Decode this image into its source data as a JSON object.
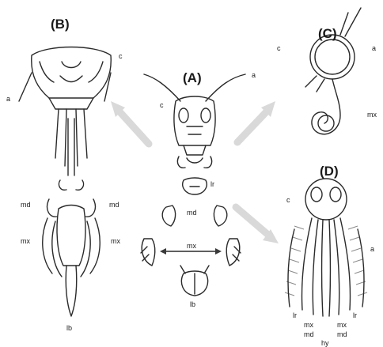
{
  "panels": {
    "a": "(A)",
    "b": "(B)",
    "c": "(C)",
    "d": "(D)"
  },
  "labels": {
    "a_c": "c",
    "a_a": "a",
    "a_lr": "lr",
    "a_md": "md",
    "a_mx": "mx",
    "a_lb": "lb",
    "b_c": "c",
    "b_a": "a",
    "b_md_left": "md",
    "b_md_right": "md",
    "b_mx_left": "mx",
    "b_mx_right": "mx",
    "b_lb": "lb",
    "c_c": "c",
    "c_a": "a",
    "c_mx": "mx",
    "d_c": "c",
    "d_a": "a",
    "d_lr_left": "lr",
    "d_lr_right": "lr",
    "d_mx_left": "mx",
    "d_mx_right": "mx",
    "d_md_left": "md",
    "d_md_right": "md",
    "d_hy": "hy"
  }
}
